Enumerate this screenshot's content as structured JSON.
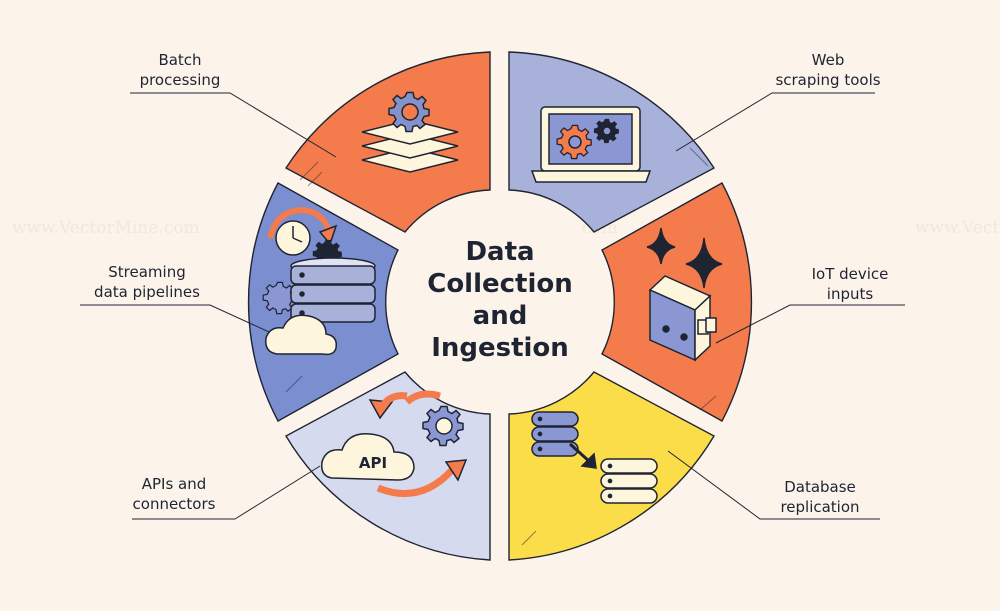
{
  "title": {
    "line1": "Data",
    "line2": "Collection",
    "line3": "and",
    "line4": "Ingestion"
  },
  "segments": [
    {
      "id": "batch",
      "line1": "Batch",
      "line2": "processing",
      "color": "#f47b4b"
    },
    {
      "id": "web",
      "line1": "Web",
      "line2": "scraping tools",
      "color": "#a7b1da"
    },
    {
      "id": "iot",
      "line1": "IoT device",
      "line2": "inputs",
      "color": "#f47b4b"
    },
    {
      "id": "db",
      "line1": "Database",
      "line2": "replication",
      "color": "#fadd48"
    },
    {
      "id": "api",
      "line1": "APIs and",
      "line2": "connectors",
      "color": "#d5daef"
    },
    {
      "id": "streaming",
      "line1": "Streaming",
      "line2": "data pipelines",
      "color": "#7a8ed0"
    }
  ],
  "api_badge": "API",
  "watermark": "www.VectorMine.com",
  "colors": {
    "background": "#fcf4ea",
    "outline": "#1f2433",
    "orange": "#f47b4b",
    "lavender": "#a7b1da",
    "yellow": "#fadd48",
    "blue": "#7a8ed0",
    "pale_blue": "#d5daef",
    "cream": "#fdf6dd"
  }
}
